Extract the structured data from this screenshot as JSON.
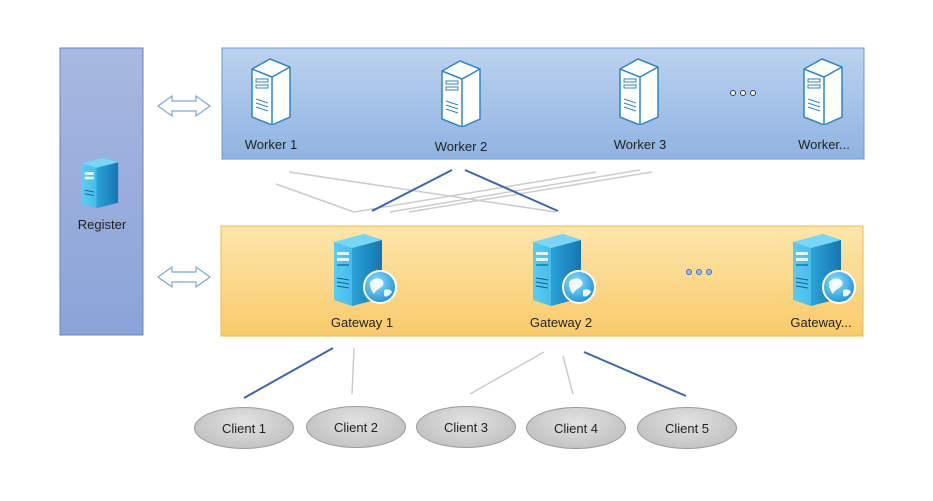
{
  "register": {
    "label": "Register"
  },
  "workers": [
    {
      "label": "Worker 1"
    },
    {
      "label": "Worker 2"
    },
    {
      "label": "Worker 3"
    },
    {
      "label": "Worker..."
    }
  ],
  "gateways": [
    {
      "label": "Gateway 1"
    },
    {
      "label": "Gateway 2"
    },
    {
      "label": "Gateway..."
    }
  ],
  "clients": [
    {
      "label": "Client 1"
    },
    {
      "label": "Client 2"
    },
    {
      "label": "Client 3"
    },
    {
      "label": "Client 4"
    },
    {
      "label": "Client 5"
    }
  ],
  "colors": {
    "register_fill": "#9fb4de",
    "worker_band_top": "#b9d0ec",
    "worker_band_bottom": "#8fb2e0",
    "gateway_band_top": "#fde3a6",
    "gateway_band_bottom": "#f9cc6e",
    "highlight_line": "#3d6bbf",
    "plain_line": "#c8c8c8"
  }
}
